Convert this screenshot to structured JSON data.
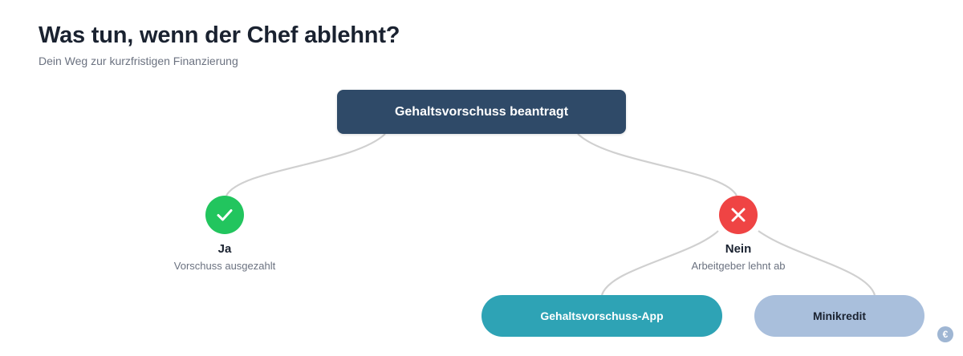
{
  "header": {
    "title": "Was tun, wenn der Chef ablehnt?",
    "subtitle": "Dein Weg zur kurzfristigen Finanzierung"
  },
  "diagram": {
    "root": {
      "label": "Gehaltsvorschuss beantragt"
    },
    "yes": {
      "label": "Ja",
      "description": "Vorschuss ausgezahlt",
      "icon": "check-icon",
      "color": "#22c55e"
    },
    "no": {
      "label": "Nein",
      "description": "Arbeitgeber lehnt ab",
      "icon": "close-icon",
      "color": "#ef4444"
    },
    "options": [
      {
        "label": "Gehaltsvorschuss-App",
        "color": "#2ea3b5"
      },
      {
        "label": "Minikredit",
        "color": "#a9bfdc"
      }
    ]
  },
  "corner_badge": {
    "icon": "euro-icon",
    "symbol": "€"
  },
  "colors": {
    "root": "#2f4a68",
    "connector": "#d0d0d0",
    "title": "#1a2230"
  }
}
